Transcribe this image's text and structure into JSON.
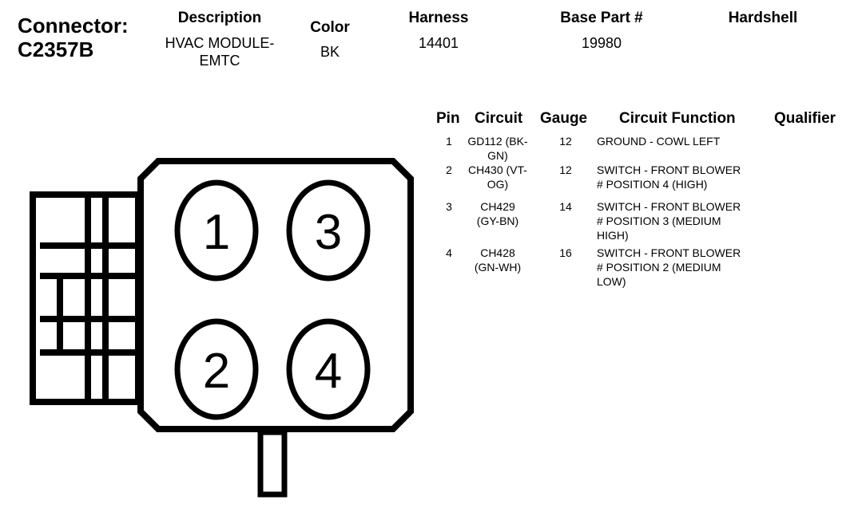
{
  "header": {
    "connector_label": "Connector:",
    "connector_id": "C2357B",
    "description_label": "Description",
    "description_line1": "HVAC MODULE-",
    "description_line2": "EMTC",
    "color_label": "Color",
    "color_value": "BK",
    "harness_label": "Harness",
    "harness_value": "14401",
    "base_part_label": "Base Part #",
    "base_part_value": "19980",
    "hardshell_label": "Hardshell"
  },
  "table": {
    "headers": {
      "pin": "Pin",
      "circuit": "Circuit",
      "gauge": "Gauge",
      "function": "Circuit Function",
      "qualifier": "Qualifier"
    },
    "rows": [
      {
        "pin": "1",
        "circuit_l1": "GD112 (BK-",
        "circuit_l2": "GN)",
        "gauge": "12",
        "func_l1": "GROUND - COWL LEFT",
        "func_l2": "",
        "func_l3": ""
      },
      {
        "pin": "2",
        "circuit_l1": "CH430 (VT-",
        "circuit_l2": "OG)",
        "gauge": "12",
        "func_l1": "SWITCH - FRONT BLOWER",
        "func_l2": "# POSITION 4 (HIGH)",
        "func_l3": ""
      },
      {
        "pin": "3",
        "circuit_l1": "CH429",
        "circuit_l2": "(GY-BN)",
        "gauge": "14",
        "func_l1": "SWITCH - FRONT BLOWER",
        "func_l2": "# POSITION 3 (MEDIUM",
        "func_l3": "HIGH)"
      },
      {
        "pin": "4",
        "circuit_l1": "CH428",
        "circuit_l2": "(GN-WH)",
        "gauge": "16",
        "func_l1": "SWITCH - FRONT BLOWER",
        "func_l2": "# POSITION 2 (MEDIUM",
        "func_l3": "LOW)"
      }
    ]
  },
  "diagram": {
    "pins": [
      "1",
      "3",
      "2",
      "4"
    ]
  }
}
